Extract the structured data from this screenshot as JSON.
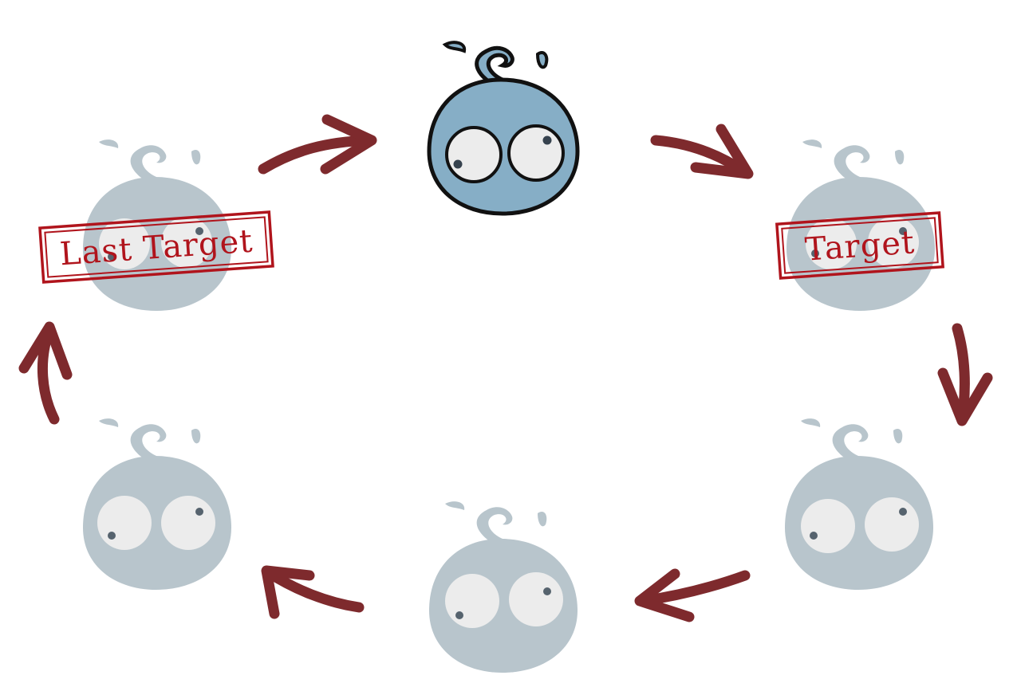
{
  "diagram": {
    "style": "hand-drawn cycle of blob creatures",
    "colors": {
      "active_body": "#86aec6",
      "active_outline": "#111111",
      "inactive_body": "#b8c5cc",
      "eye_white": "#ececec",
      "pupil": "#36424e",
      "arrow": "#7e2a2d",
      "stamp": "#b0141c"
    },
    "nodes": [
      {
        "id": "top",
        "state": "active",
        "label": ""
      },
      {
        "id": "right-upper",
        "state": "inactive",
        "label": "Target"
      },
      {
        "id": "right-lower",
        "state": "inactive",
        "label": ""
      },
      {
        "id": "bottom",
        "state": "inactive",
        "label": ""
      },
      {
        "id": "left-lower",
        "state": "inactive",
        "label": ""
      },
      {
        "id": "left-upper",
        "state": "inactive",
        "label": "Last Target"
      }
    ],
    "labels": {
      "last_target": "Last Target",
      "target": "Target"
    },
    "direction": "clockwise"
  }
}
